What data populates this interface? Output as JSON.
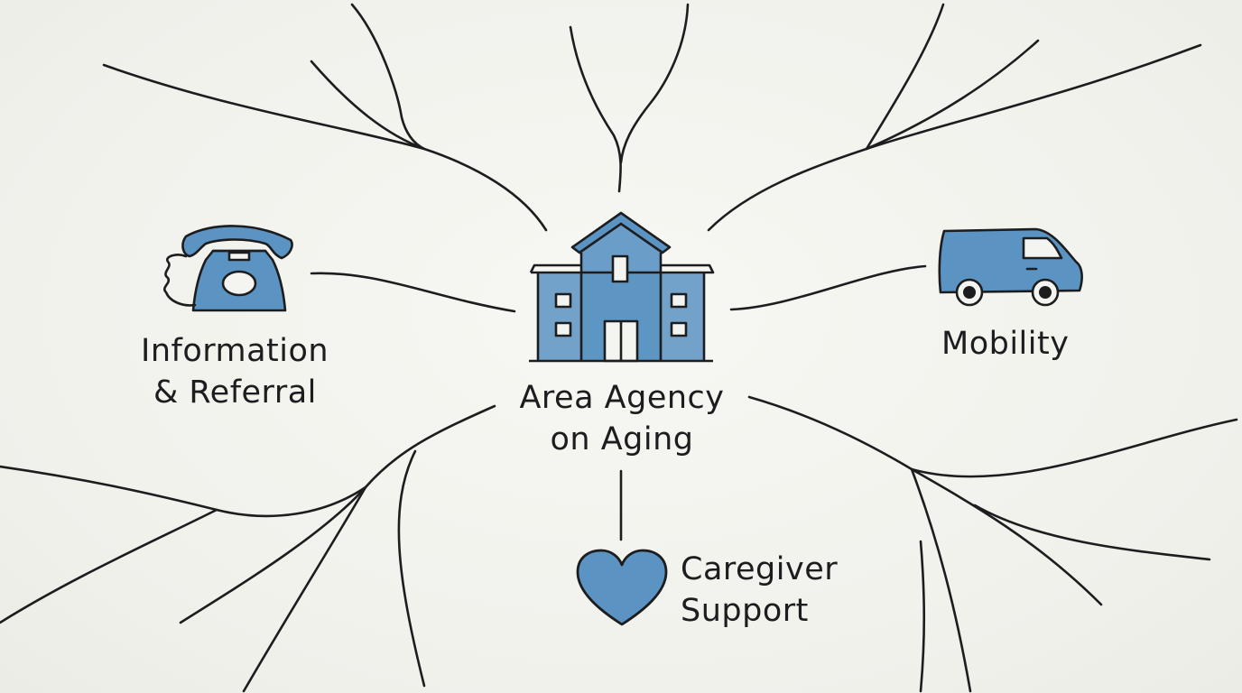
{
  "diagram": {
    "center": {
      "line1": "Area Agency",
      "line2": "on Aging",
      "icon": "building-icon"
    },
    "nodes": {
      "information_referral": {
        "line1": "Information",
        "line2": "& Referral",
        "icon": "telephone-icon"
      },
      "mobility": {
        "line1": "Mobility",
        "icon": "van-icon"
      },
      "caregiver_support": {
        "line1": "Caregiver",
        "line2": "Support",
        "icon": "heart-icon"
      }
    },
    "colors": {
      "accent_blue": "#5b93c2",
      "ink": "#1d1d1f",
      "paper": "#f3f3ef"
    }
  }
}
